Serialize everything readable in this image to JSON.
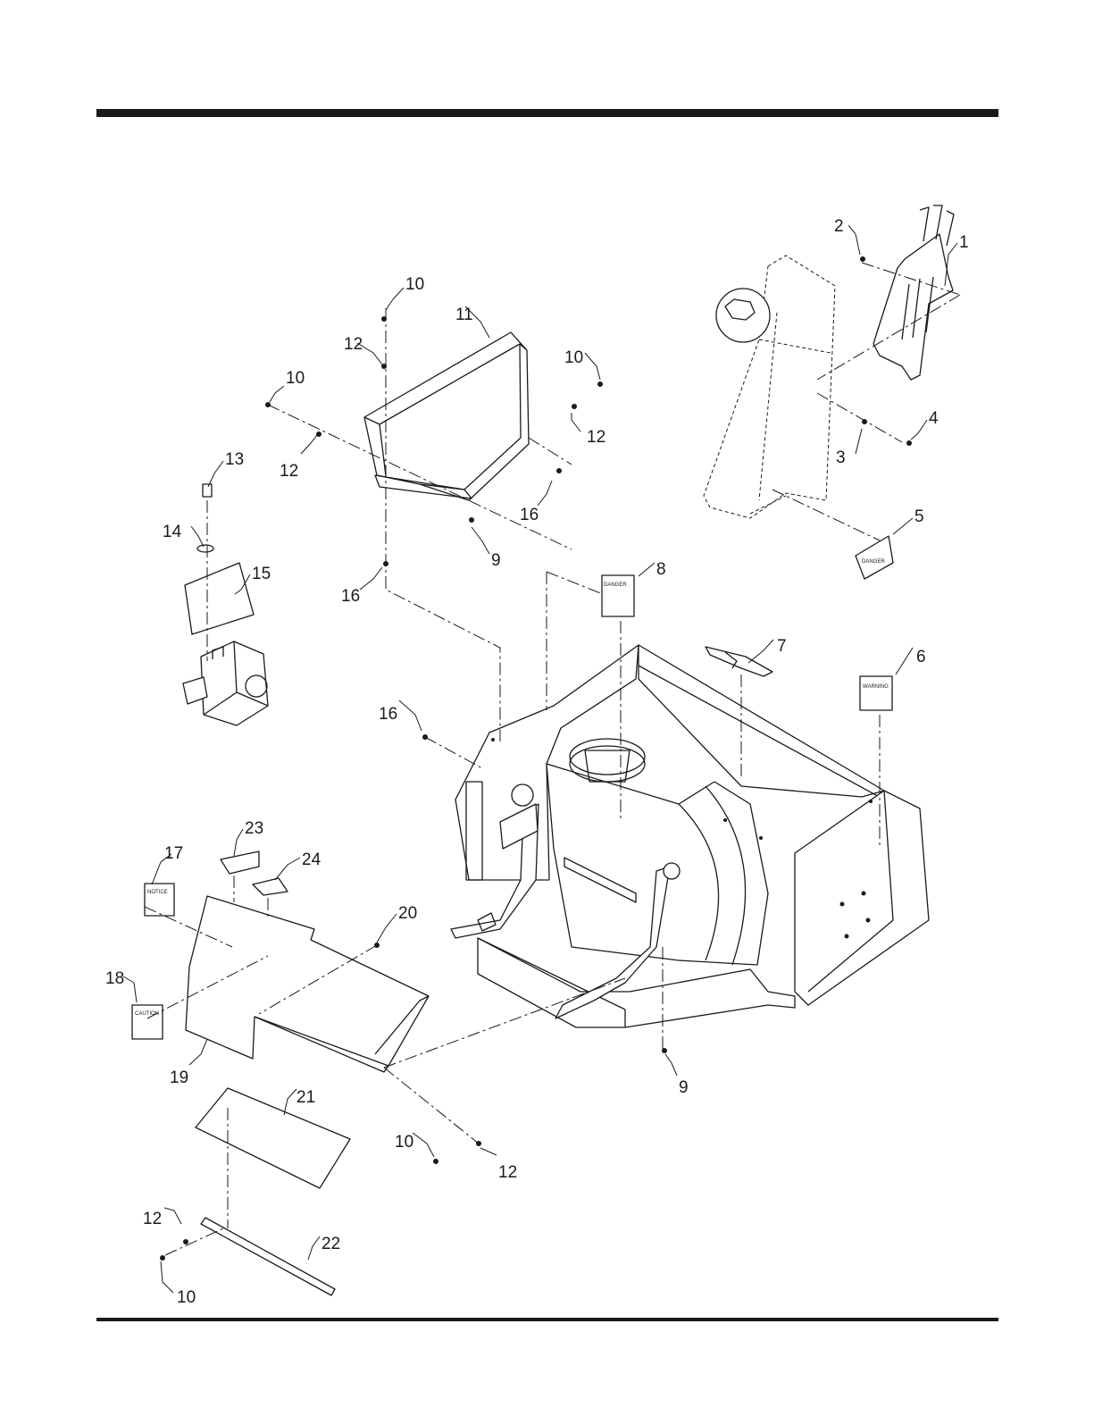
{
  "callouts": {
    "c1": "1",
    "c2": "2",
    "c3": "3",
    "c4": "4",
    "c5": "5",
    "c6": "6",
    "c7": "7",
    "c8": "8",
    "c9a": "9",
    "c9b": "9",
    "c10a": "10",
    "c10b": "10",
    "c10c": "10",
    "c10d": "10",
    "c10e": "10",
    "c11": "11",
    "c12a": "12",
    "c12b": "12",
    "c12c": "12",
    "c12d": "12",
    "c12e": "12",
    "c13": "13",
    "c14": "14",
    "c15": "15",
    "c16a": "16",
    "c16b": "16",
    "c16c": "16",
    "c17": "17",
    "c18": "18",
    "c19": "19",
    "c20": "20",
    "c21": "21",
    "c22": "22",
    "c23": "23",
    "c24": "24"
  },
  "decals": {
    "danger": "DANGER",
    "warning": "WARNING",
    "notice": "NOTICE",
    "caution": "CAUTION"
  }
}
